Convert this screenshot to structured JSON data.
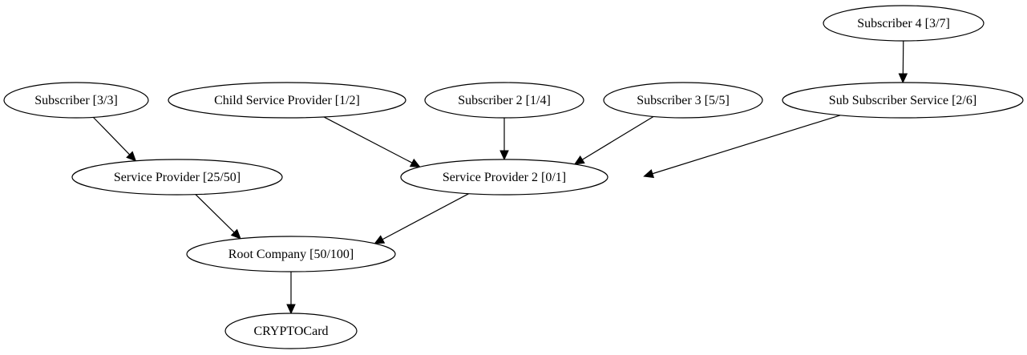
{
  "graph": {
    "nodes": [
      {
        "id": "sub4",
        "label": "Subscriber 4 [3/7]"
      },
      {
        "id": "sub",
        "label": "Subscriber [3/3]"
      },
      {
        "id": "child",
        "label": "Child Service Provider [1/2]"
      },
      {
        "id": "sub2",
        "label": "Subscriber 2 [1/4]"
      },
      {
        "id": "sub3",
        "label": "Subscriber 3 [5/5]"
      },
      {
        "id": "subsvc",
        "label": "Sub Subscriber Service [2/6]"
      },
      {
        "id": "sp1",
        "label": "Service Provider [25/50]"
      },
      {
        "id": "sp2",
        "label": "Service Provider 2 [0/1]"
      },
      {
        "id": "root",
        "label": "Root Company [50/100]"
      },
      {
        "id": "crypto",
        "label": "CRYPTOCard"
      }
    ],
    "edges": [
      {
        "from": "sub4",
        "to": "subsvc"
      },
      {
        "from": "sub",
        "to": "sp1"
      },
      {
        "from": "child",
        "to": "sp2"
      },
      {
        "from": "sub2",
        "to": "sp2"
      },
      {
        "from": "sub3",
        "to": "sp2"
      },
      {
        "from": "subsvc",
        "to": "sp2"
      },
      {
        "from": "sp1",
        "to": "root"
      },
      {
        "from": "sp2",
        "to": "root"
      },
      {
        "from": "root",
        "to": "crypto"
      }
    ]
  }
}
